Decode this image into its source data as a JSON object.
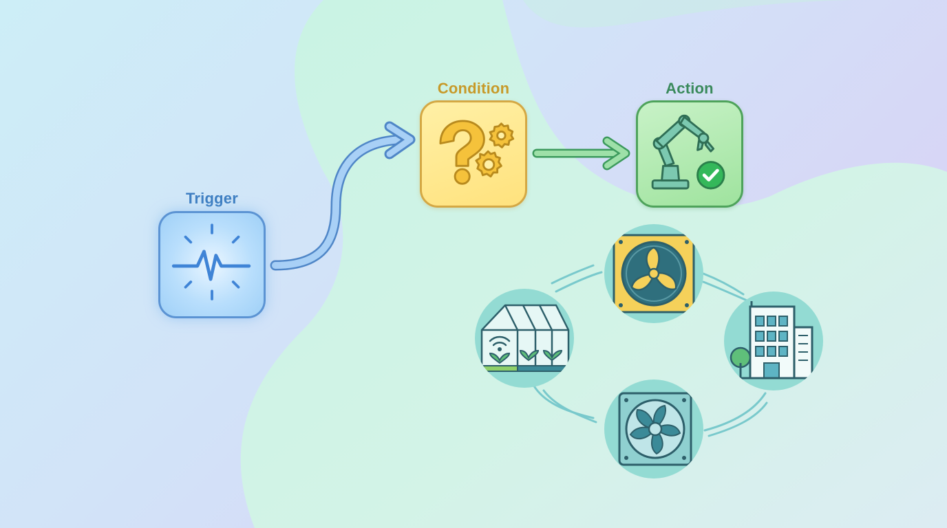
{
  "stages": {
    "trigger": {
      "label": "Trigger",
      "color": "#3f7fc2"
    },
    "condition": {
      "label": "Condition",
      "color": "#c79a2a"
    },
    "action": {
      "label": "Action",
      "color": "#3a8a5c"
    }
  },
  "icons": {
    "trigger": "pulse-signal-icon",
    "condition": "question-gears-icon",
    "action": "robotic-arm-check-icon",
    "devices": [
      "ventilation-fan-icon",
      "office-building-icon",
      "exhaust-fan-icon",
      "smart-greenhouse-icon"
    ]
  },
  "colors": {
    "flow_arrow_blue": "#7db6ee",
    "flow_arrow_green": "#7ccf8c",
    "device_circle": "#93dbd3",
    "device_link": "#7dcdd1"
  }
}
